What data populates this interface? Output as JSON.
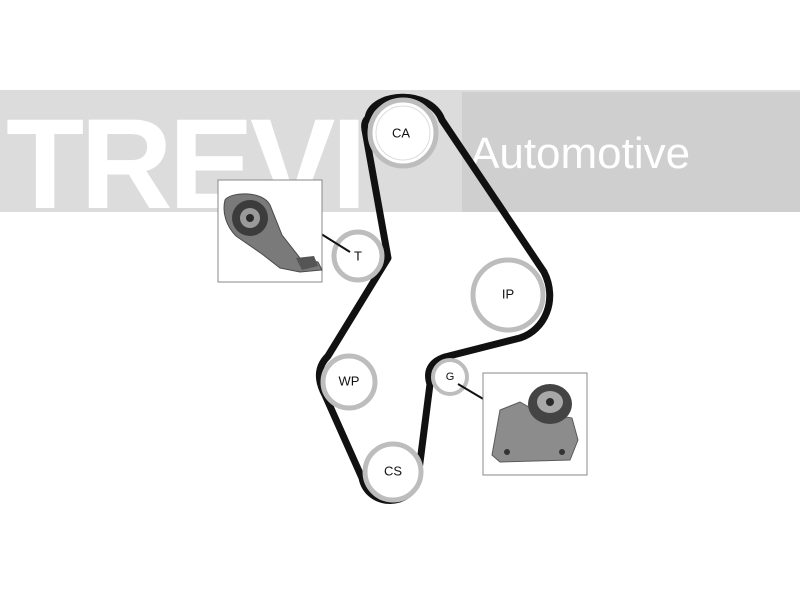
{
  "watermark": {
    "brand": "TREVI",
    "tagline": "Automotive",
    "band_color": "#dcdcdc",
    "brand_color": "#d2d2d2",
    "tagline_color": "#ffffff"
  },
  "belt": {
    "color": "#111111"
  },
  "pulleys": [
    {
      "key": "camshaft",
      "label": "CA"
    },
    {
      "key": "tensioner",
      "label": "T"
    },
    {
      "key": "injection-pump",
      "label": "IP"
    },
    {
      "key": "water-pump",
      "label": "WP"
    },
    {
      "key": "guide",
      "label": "G"
    },
    {
      "key": "crankshaft",
      "label": "CS"
    }
  ],
  "insets": [
    {
      "key": "tensioner-part-photo"
    },
    {
      "key": "guide-pulley-part-photo"
    }
  ]
}
